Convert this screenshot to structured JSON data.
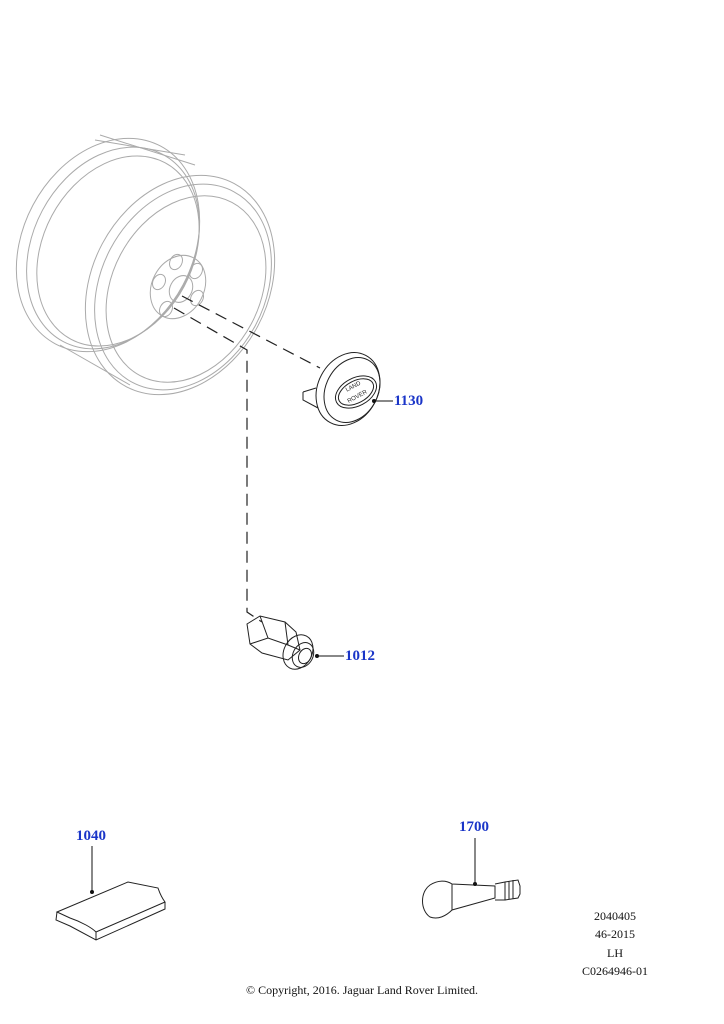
{
  "callouts": {
    "center_cap": "1130",
    "wheel_nut": "1012",
    "balance_weight": "1040",
    "valve": "1700"
  },
  "logo_text": {
    "line1": "LAND",
    "line2": "ROVER"
  },
  "meta": {
    "line1": "2040405",
    "line2": "46-2015",
    "line3": "LH",
    "line4": "C0264946-01"
  },
  "copyright": "© Copyright, 2016. Jaguar Land Rover Limited.",
  "colors": {
    "callout": "#1a35c8",
    "line": "#222222"
  }
}
